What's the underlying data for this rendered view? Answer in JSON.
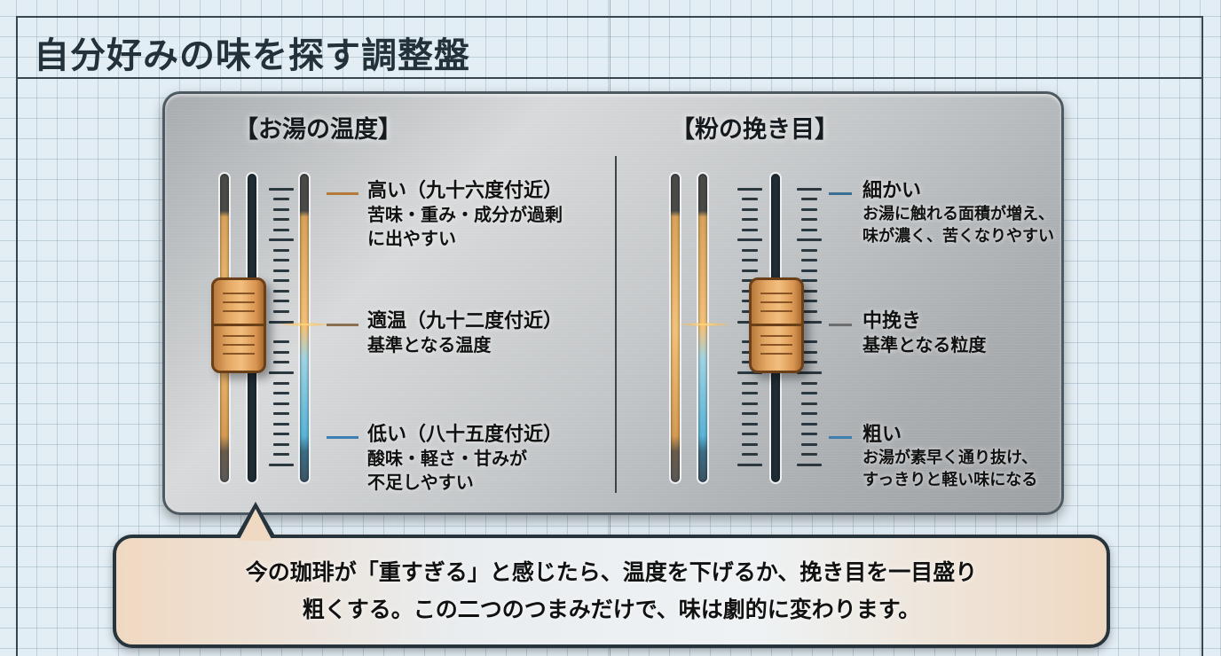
{
  "page": {
    "title": "自分好みの味を探す調整盤"
  },
  "panel": {
    "temperature": {
      "title": "【お湯の温度】",
      "knob_position": "middle",
      "levels": [
        {
          "name": "high",
          "head": "高い（九十六度付近）",
          "desc_lines": [
            "苦味・重み・成分が過剰",
            "に出やすい"
          ],
          "pointer_color": "#b47a3a"
        },
        {
          "name": "mid",
          "head": "適温（九十二度付近）",
          "desc_lines": [
            "基準となる温度"
          ],
          "pointer_color": "#8a6f50"
        },
        {
          "name": "low",
          "head": "低い（八十五度付近）",
          "desc_lines": [
            "酸味・軽さ・甘みが",
            "不足しやすい"
          ],
          "pointer_color": "#3c7fb0"
        }
      ]
    },
    "grind": {
      "title": "【粉の挽き目】",
      "knob_position": "middle",
      "levels": [
        {
          "name": "fine",
          "head": "細かい",
          "desc_lines": [
            "お湯に触れる面積が増え、",
            "味が濃く、苦くなりやすい"
          ],
          "pointer_color": "#3a6f94"
        },
        {
          "name": "medium",
          "head": "中挽き",
          "desc_lines": [
            "基準となる粒度"
          ],
          "pointer_color": "#6b6d6e"
        },
        {
          "name": "coarse",
          "head": "粗い",
          "desc_lines": [
            "お湯が素早く通り抜け、",
            "すっきりと軽い味になる"
          ],
          "pointer_color": "#3c7fb0"
        }
      ]
    }
  },
  "callout": {
    "lines": [
      "今の珈琲が「重すぎる」と感じたら、温度を下げるか、挽き目を一目盛り",
      "粗くする。この二つのつまみだけで、味は劇的に変わります。"
    ]
  },
  "colors": {
    "frame": "#38464f",
    "knob": "#e6a966",
    "amber_glow": "#f3c27a",
    "cool_blue": "#5bb3d6",
    "panel_metal": "#c4c7c9"
  }
}
